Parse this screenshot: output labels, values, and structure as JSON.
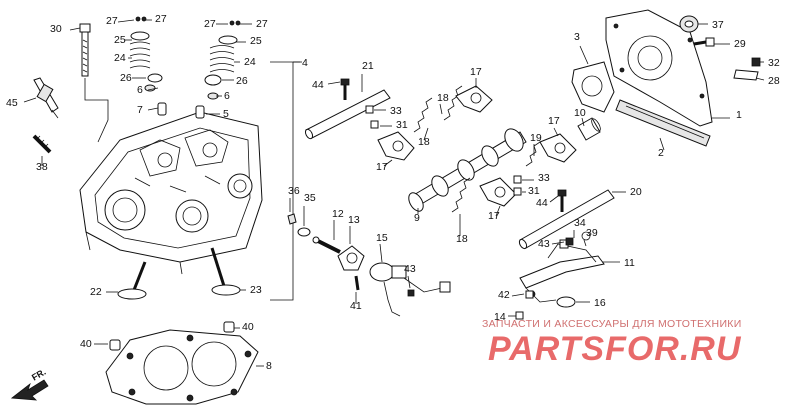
{
  "callouts": [
    "1",
    "2",
    "3",
    "4",
    "5",
    "6",
    "6",
    "7",
    "8",
    "9",
    "10",
    "11",
    "12",
    "13",
    "14",
    "15",
    "16",
    "17",
    "17",
    "17",
    "17",
    "18",
    "18",
    "18",
    "19",
    "20",
    "21",
    "22",
    "23",
    "24",
    "24",
    "25",
    "25",
    "26",
    "26",
    "27",
    "27",
    "27",
    "27",
    "28",
    "29",
    "30",
    "31",
    "31",
    "32",
    "33",
    "33",
    "34",
    "35",
    "36",
    "37",
    "38",
    "39",
    "40",
    "40",
    "41",
    "42",
    "43",
    "43",
    "44",
    "44",
    "45"
  ],
  "orientation_label": "FR.",
  "watermark": {
    "caption": "ЗАПЧАСТИ И АКСЕССУАРЫ ДЛЯ МОТОТЕХНИКИ",
    "logo": "PARTSFOR.RU"
  },
  "colors": {
    "line": "#111111",
    "watermark": "#e86a6a",
    "background": "#ffffff"
  }
}
